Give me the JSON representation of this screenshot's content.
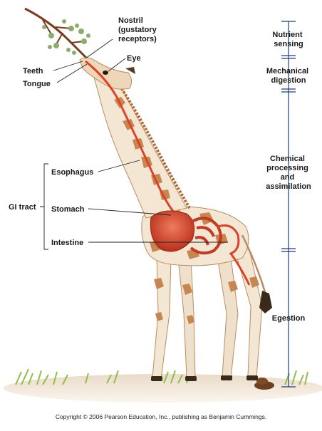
{
  "labels": {
    "nostril": [
      "Nostril",
      "(gustatory",
      "receptors)"
    ],
    "eye": "Eye",
    "teeth": "Teeth",
    "tongue": "Tongue",
    "esophagus": "Esophagus",
    "gi_tract": "GI tract",
    "stomach": "Stomach",
    "intestine": "Intestine"
  },
  "stages": {
    "nutrient_sensing": [
      "Nutrient",
      "sensing"
    ],
    "mechanical_digestion": [
      "Mechanical",
      "digestion"
    ],
    "chemical_processing": [
      "Chemical",
      "processing",
      "and",
      "assimilation"
    ],
    "egestion": "Egestion"
  },
  "copyright": "Copyright © 2006 Pearson Education, Inc., publishing as Benjamin Cummings.",
  "colors": {
    "tract_line": "#1f3d7a",
    "gut": "#d9432a",
    "giraffe_base": "#f3e6d3",
    "giraffe_patch": "#c7864f",
    "ground": "#e7d6c1",
    "grass": "#8fbf4a"
  }
}
